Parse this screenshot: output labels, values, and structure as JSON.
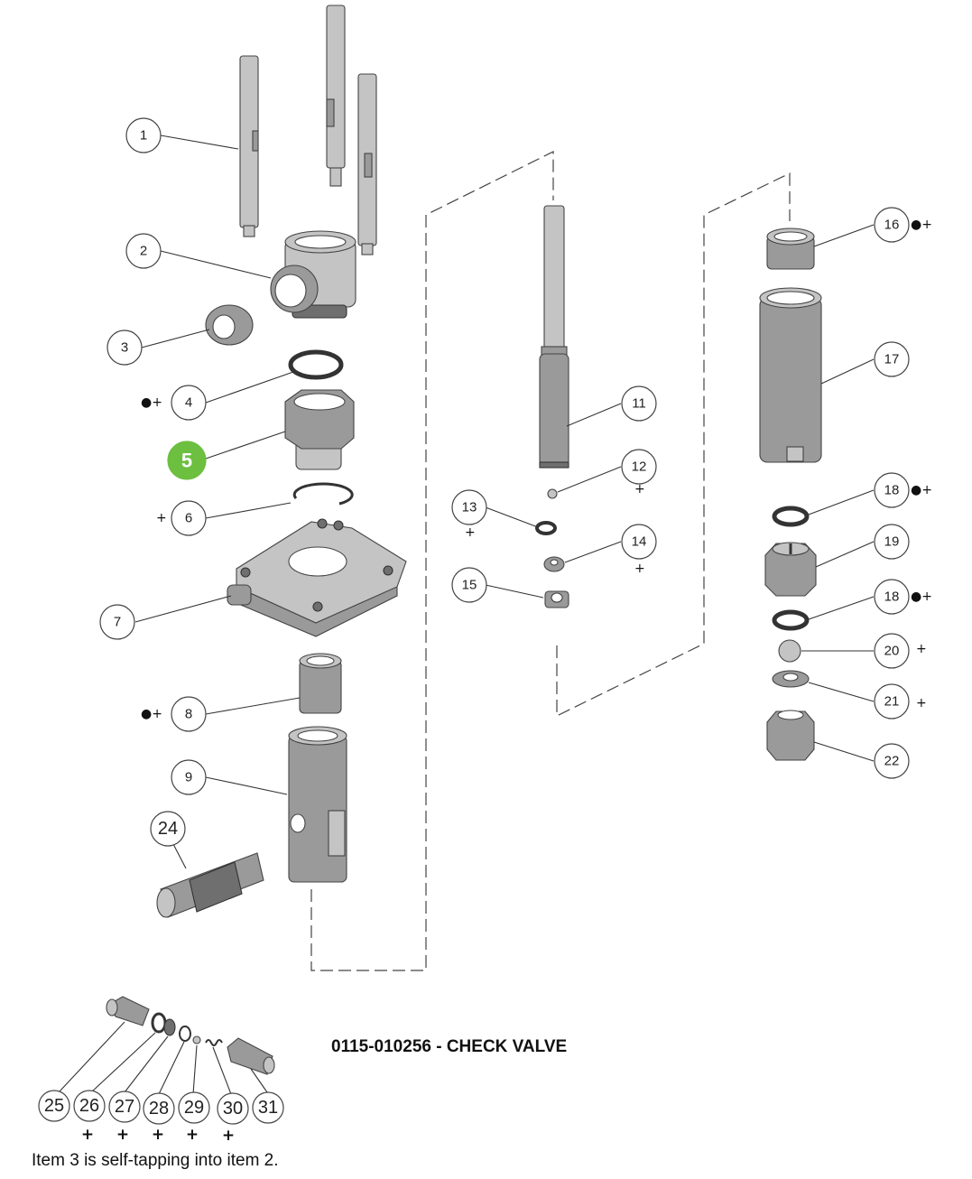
{
  "title": "0115-010256 - CHECK VALVE",
  "note": "Item 3 is self-tapping into item 2.",
  "callouts": [
    {
      "num": "1"
    },
    {
      "num": "2"
    },
    {
      "num": "3"
    },
    {
      "num": "4",
      "marks": "●+"
    },
    {
      "num": "5"
    },
    {
      "num": "6",
      "marks": "+"
    },
    {
      "num": "7"
    },
    {
      "num": "8",
      "marks": "●+"
    },
    {
      "num": "9"
    },
    {
      "num": "11"
    },
    {
      "num": "12",
      "marks": "+"
    },
    {
      "num": "13",
      "marks": "+"
    },
    {
      "num": "14",
      "marks": "+"
    },
    {
      "num": "15"
    },
    {
      "num": "16",
      "marks": "●+"
    },
    {
      "num": "17"
    },
    {
      "num": "18",
      "marks": "●+"
    },
    {
      "num": "19"
    },
    {
      "num": "18",
      "marks": "●+"
    },
    {
      "num": "20",
      "marks": "+"
    },
    {
      "num": "21",
      "marks": "+"
    },
    {
      "num": "22"
    },
    {
      "num": "24"
    },
    {
      "num": "25"
    },
    {
      "num": "26",
      "marks": "+"
    },
    {
      "num": "27",
      "marks": "+"
    },
    {
      "num": "28",
      "marks": "+"
    },
    {
      "num": "29",
      "marks": "+"
    },
    {
      "num": "30",
      "marks": "+"
    },
    {
      "num": "31"
    }
  ],
  "highlight_color": "#6cbf3f"
}
